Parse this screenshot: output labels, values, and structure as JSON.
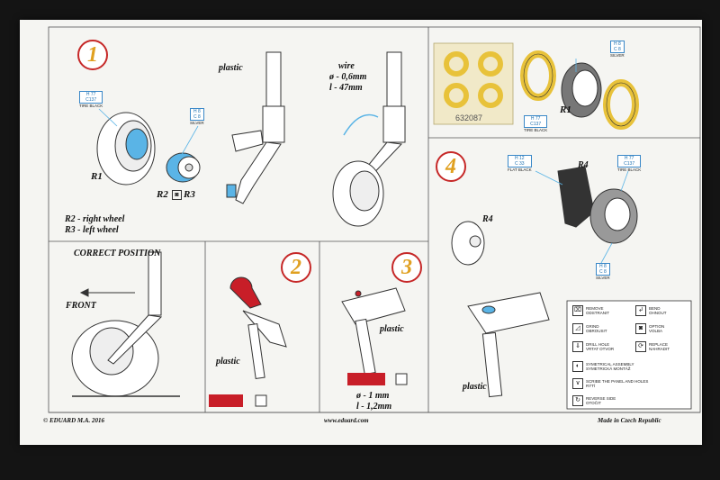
{
  "header": {
    "brand": "© EDUARD  M.A. 2016",
    "url": "www.eduard.com",
    "origin": "Made in Czech Republic"
  },
  "step1": {
    "number": "1",
    "label_plastic": "plastic",
    "wire_line1": "wire",
    "wire_line2": "ø - 0,6mm",
    "wire_line3": "l - 47mm",
    "part_r1": "R1",
    "part_r2": "R2",
    "part_r3": "R3",
    "note_r2": "R2 - right wheel",
    "note_r3": "R3 - left wheel",
    "code_tire": {
      "h": "H 77",
      "c": "C137",
      "name": "TIRE BLACK"
    },
    "code_silver": {
      "h": "H 8",
      "c": "C 8",
      "name": "SILVER"
    }
  },
  "mask_panel": {
    "part_number": "632087",
    "part_r1": "R1",
    "code_silver": {
      "h": "H 8",
      "c": "C 8",
      "name": "SILVER"
    },
    "code_tire": {
      "h": "H 77",
      "c": "C137",
      "name": "TIRE BLACK"
    }
  },
  "correct_position": {
    "title": "CORRECT POSITION",
    "front": "FRONT"
  },
  "step2": {
    "number": "2",
    "label_plastic": "plastic"
  },
  "step3": {
    "number": "3",
    "label_plastic": "plastic",
    "dim1": "ø - 1 mm",
    "dim2": "l - 1,2mm"
  },
  "step4": {
    "number": "4",
    "part_r4a": "R4",
    "part_r4b": "R4",
    "label_plastic": "plastic",
    "code_flat": {
      "h": "H 12",
      "c": "C 33",
      "name": "FLAT BLACK"
    },
    "code_tire": {
      "h": "H 77",
      "c": "C137",
      "name": "TIRE BLACK"
    },
    "code_silver": {
      "h": "H 8",
      "c": "C 8",
      "name": "SILVER"
    }
  },
  "legend": {
    "remove": "REMOVE\nODSTRANIT",
    "bend": "BEND\nOHNOUT",
    "grind": "GRIND\nOBROUSIT",
    "option": "OPTION\nVOLBA",
    "drill": "DRILL HOLE\nVRTAT OTVOR",
    "replace": "REPLACE\nNAHRADIT",
    "symmetrical": "SYMETRICAL ASSEMBLY\nSYMETRICKÁ MONTÁŽ",
    "scribe": "SCRIBE THE PANEL AND HOLES\nRÝTÍ",
    "reverse": "REVERSE SIDE\nOTOČIT"
  },
  "colors": {
    "paper": "#f5f5f2",
    "step_ring": "#c62828",
    "step_digit": "#e0a020",
    "part_blue": "#5ab4e6",
    "part_red": "#c81e28",
    "mask_yellow": "#e8c23a",
    "code_blue": "#1a6fb0"
  }
}
